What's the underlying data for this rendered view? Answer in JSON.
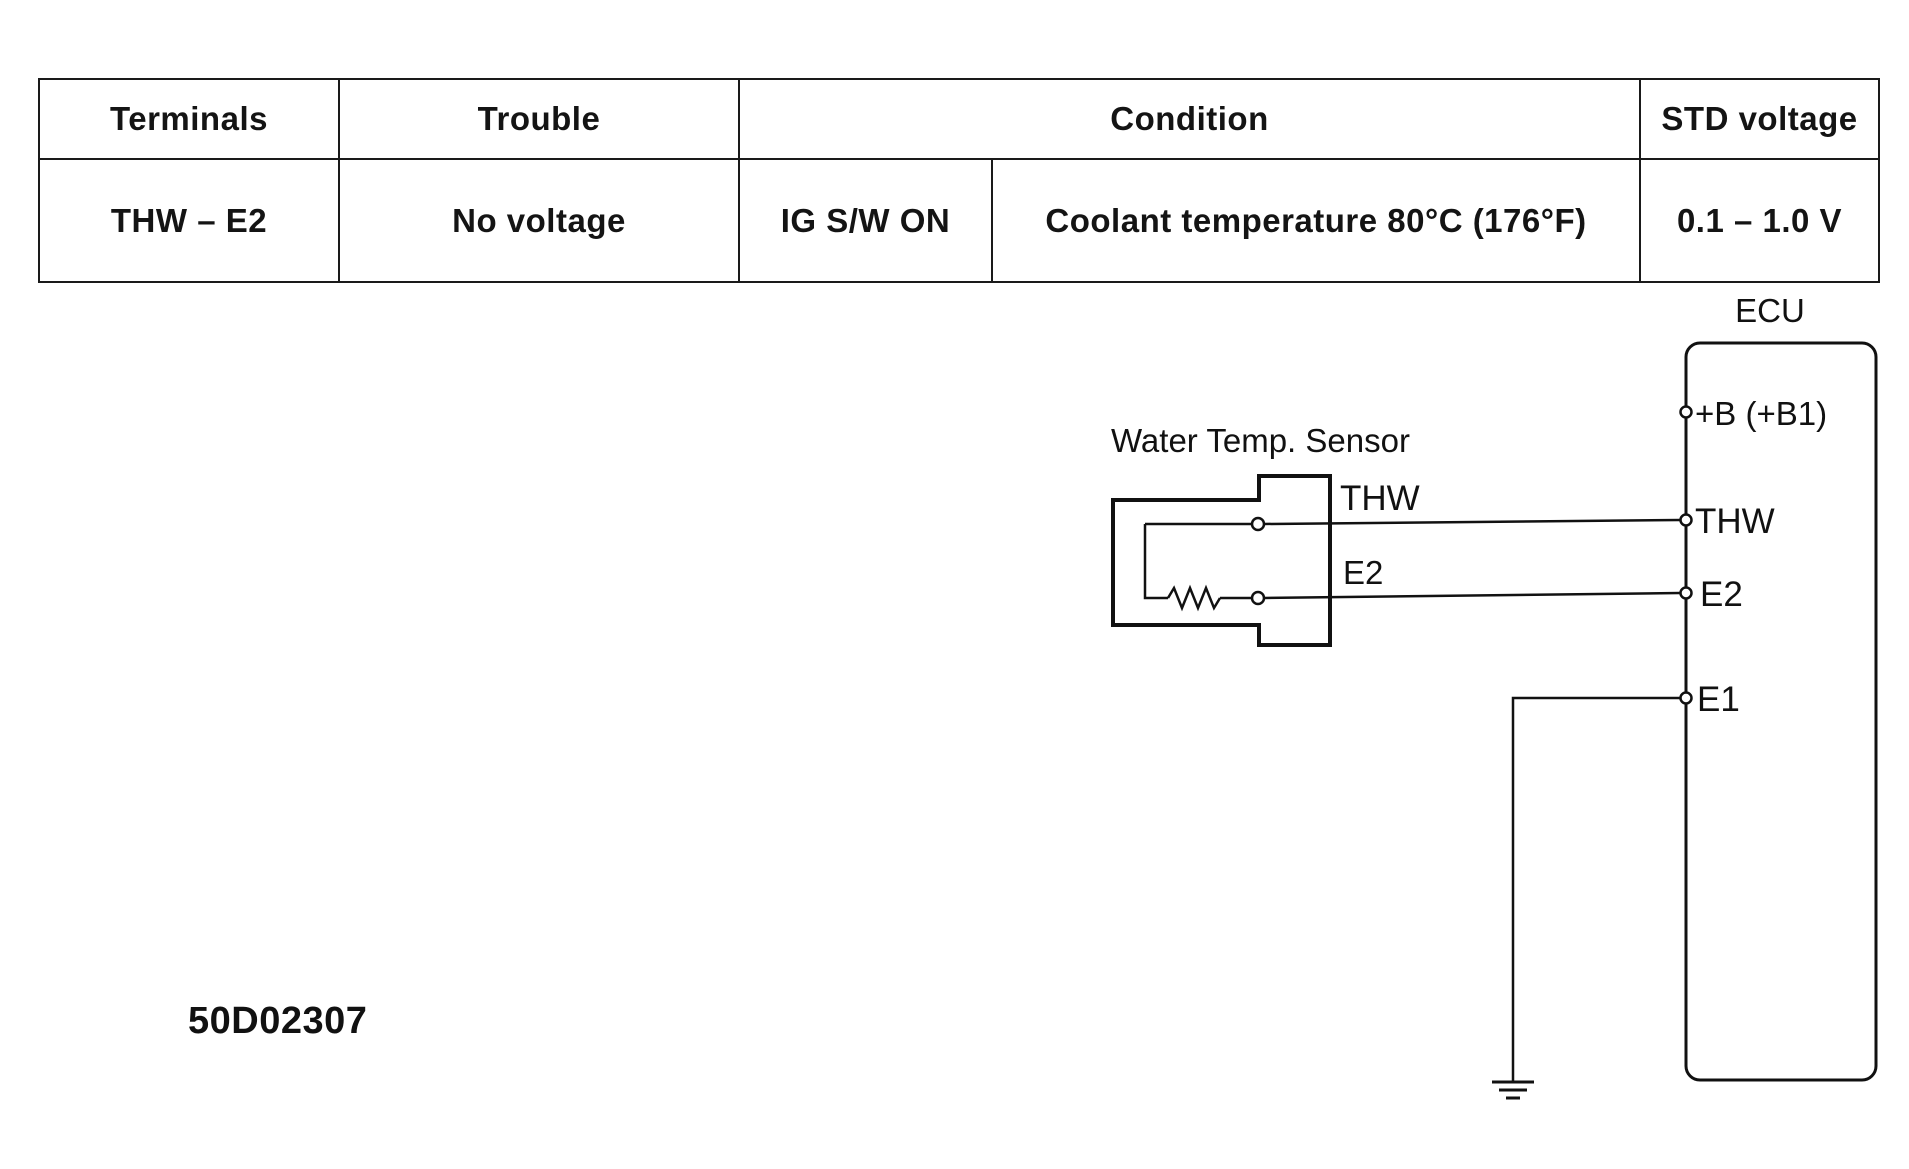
{
  "table": {
    "headers": {
      "terminals": "Terminals",
      "trouble": "Trouble",
      "condition": "Condition",
      "std_voltage": "STD voltage"
    },
    "row": {
      "terminals": "THW – E2",
      "trouble": "No voltage",
      "ignition": "IG S/W ON",
      "condition_detail": "Coolant temperature 80°C (176°F)",
      "std_voltage": "0.1 – 1.0 V"
    }
  },
  "diagram": {
    "ecu_label": "ECU",
    "sensor_label": "Water Temp. Sensor",
    "sensor_terminals": {
      "thw": "THW",
      "e2": "E2"
    },
    "ecu_terminals": {
      "b": "+B (+B1)",
      "thw": "THW",
      "e2": "E2",
      "e1": "E1"
    }
  },
  "figure_code": "50D02307"
}
